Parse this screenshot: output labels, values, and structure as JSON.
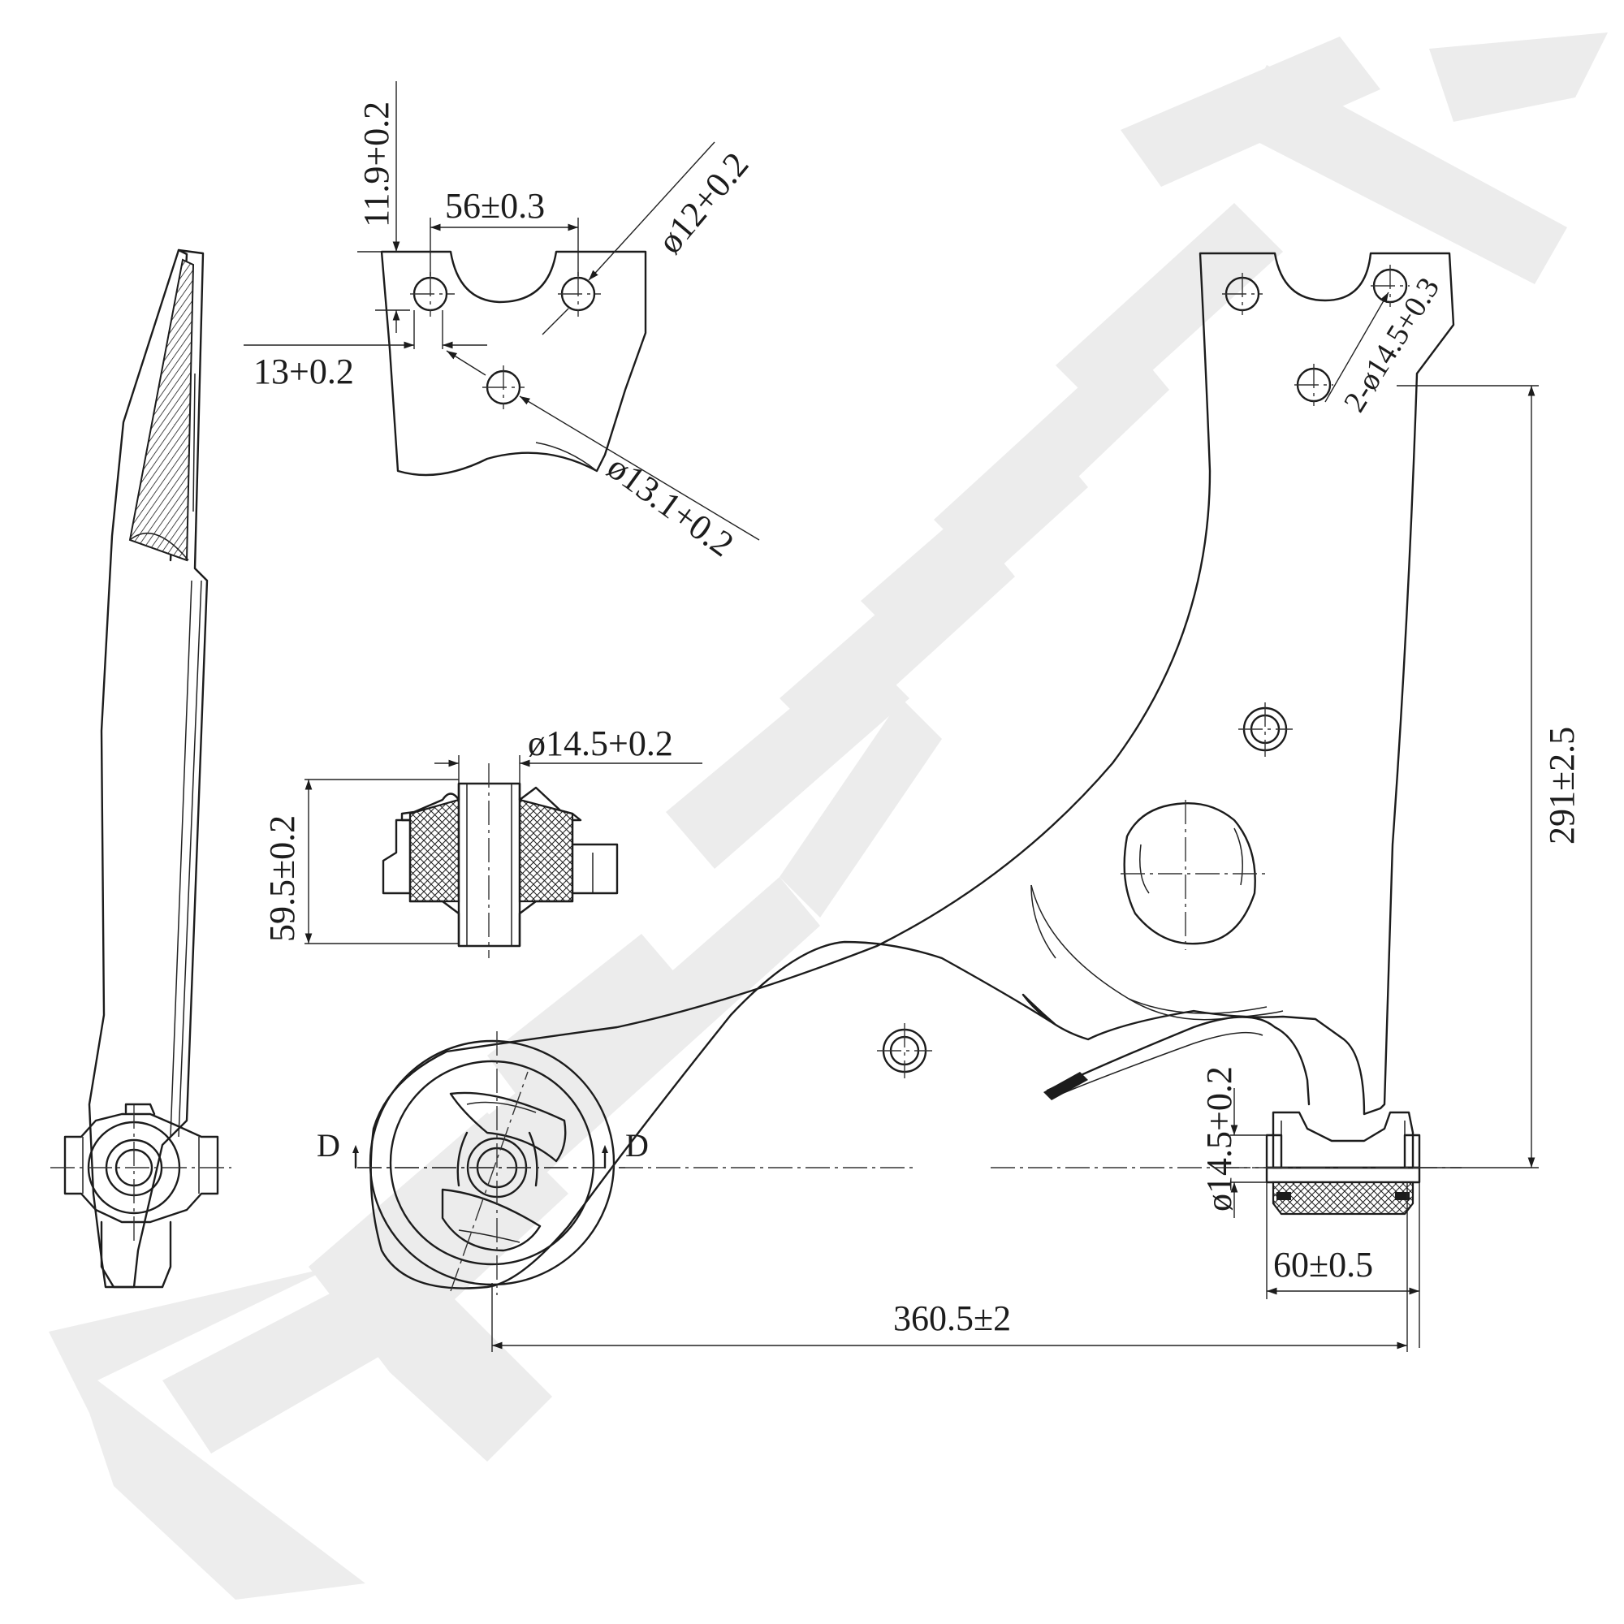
{
  "watermark": {
    "text": "ZENNIXEK",
    "color": "#ececec"
  },
  "dimensions": {
    "bolt_vertical_offset": "11.9+0.2",
    "bolt_spacing": "56±0.3",
    "bolt_hole_dia": "ø12+0.2",
    "bolt_horizontal_offset": "13+0.2",
    "center_hole_dia": "ø13.1+0.2",
    "ball_joint_holes": "2-ø14.5+0.3",
    "bushing_bore_dia": "ø14.5+0.2",
    "bushing_length": "59.5±0.2",
    "arm_height": "291±2.5",
    "rear_bushing_bore_dia": "ø14.5+0.2",
    "rear_bushing_width": "60±0.5",
    "arm_length": "360.5±2"
  },
  "section_labels": {
    "left": "D",
    "right": "D"
  }
}
